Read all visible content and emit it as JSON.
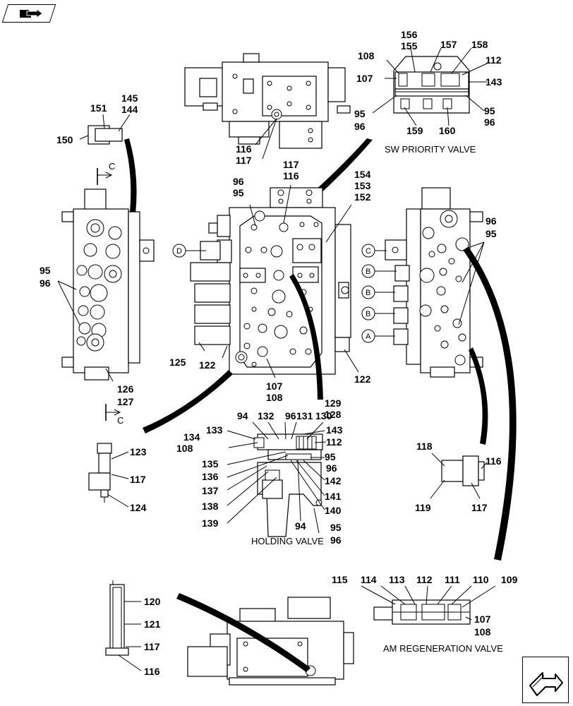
{
  "icons": {
    "top_left": "book-arrow-icon",
    "bottom_right": "next-page-arrow-icon"
  },
  "captions": {
    "sw_priority": "SW PRIORITY VALVE",
    "holding": "HOLDING VALVE",
    "am_regeneration": "AM REGENERATION VALVE"
  },
  "sections": {
    "c_top": "C",
    "c_bottom": "C"
  },
  "ports": {
    "d": "D",
    "c": "C",
    "b1": "B",
    "b2": "B",
    "b3": "B",
    "a": "A"
  },
  "callouts": {
    "c156": "156",
    "c155": "155",
    "c157": "157",
    "c158": "158",
    "c108a": "108",
    "c112a": "112",
    "c107a": "107",
    "c143a": "143",
    "c95a": "95",
    "c96a": "96",
    "c95b": "95",
    "c96b": "96",
    "c159": "159",
    "c160": "160",
    "c145": "145",
    "c144": "144",
    "c151": "151",
    "c150": "150",
    "c116a": "116",
    "c117a": "117",
    "c117b": "117",
    "c116b": "116",
    "c96c": "96",
    "c95c": "95",
    "c154": "154",
    "c153": "153",
    "c152": "152",
    "c96d": "96",
    "c95d": "95",
    "c95e": "95",
    "c96e": "96",
    "c125": "125",
    "c122a": "122",
    "c122b": "122",
    "c107b": "107",
    "c108b": "108",
    "c126": "126",
    "c127": "127",
    "c129": "129",
    "c128": "128",
    "c94a": "94",
    "c132": "132",
    "c96f": "96",
    "c131": "131",
    "c130": "130",
    "c134": "134",
    "c108c": "108",
    "c133": "133",
    "c143b": "143",
    "c112b": "112",
    "c135": "135",
    "c136": "136",
    "c137": "137",
    "c138": "138",
    "c139": "139",
    "c95f": "95",
    "c96g": "96",
    "c142": "142",
    "c141": "141",
    "c140": "140",
    "c94b": "94",
    "c95g": "95",
    "c96h": "96",
    "c123": "123",
    "c117c": "117",
    "c124": "124",
    "c118": "118",
    "c116c": "116",
    "c119": "119",
    "c117d": "117",
    "c120": "120",
    "c121": "121",
    "c117e": "117",
    "c116d": "116",
    "c115": "115",
    "c114": "114",
    "c113": "113",
    "c112c": "112",
    "c111": "111",
    "c110": "110",
    "c109": "109",
    "c107c": "107",
    "c108d": "108"
  }
}
